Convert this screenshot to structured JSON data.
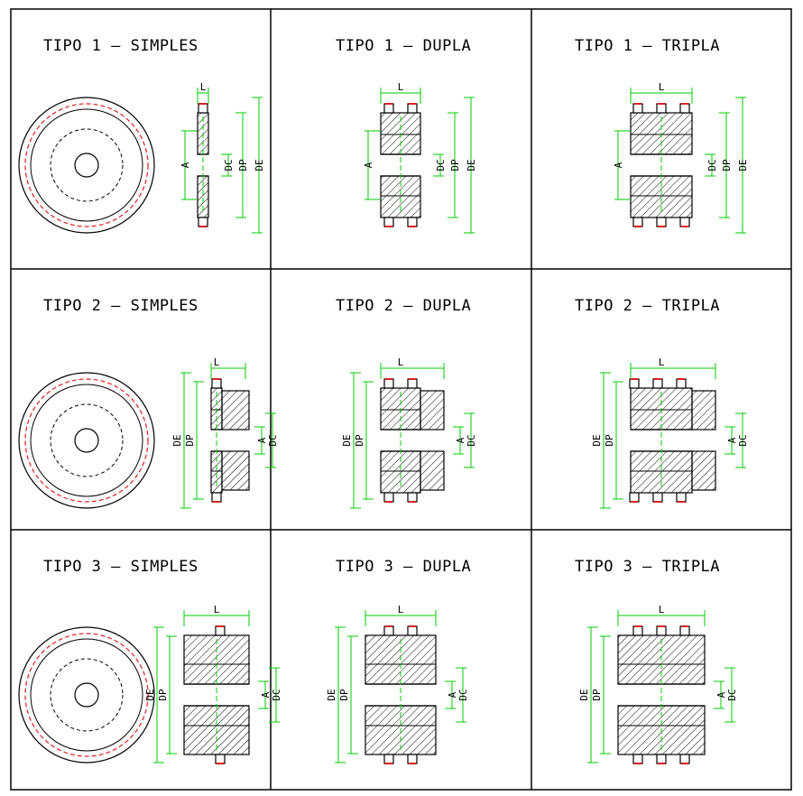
{
  "cells": [
    {
      "title": "TIPO 1 – SIMPLES",
      "tipo": 1,
      "strands": 1,
      "with_disc": true
    },
    {
      "title": "TIPO 1 – DUPLA",
      "tipo": 1,
      "strands": 2,
      "with_disc": false
    },
    {
      "title": "TIPO 1 – TRIPLA",
      "tipo": 1,
      "strands": 3,
      "with_disc": false
    },
    {
      "title": "TIPO 2 – SIMPLES",
      "tipo": 2,
      "strands": 1,
      "with_disc": true
    },
    {
      "title": "TIPO 2 – DUPLA",
      "tipo": 2,
      "strands": 2,
      "with_disc": false
    },
    {
      "title": "TIPO 2 – TRIPLA",
      "tipo": 2,
      "strands": 3,
      "with_disc": false
    },
    {
      "title": "TIPO 3 – SIMPLES",
      "tipo": 3,
      "strands": 1,
      "with_disc": true
    },
    {
      "title": "TIPO 3 – DUPLA",
      "tipo": 3,
      "strands": 2,
      "with_disc": false
    },
    {
      "title": "TIPO 3 – TRIPLA",
      "tipo": 3,
      "strands": 3,
      "with_disc": false
    }
  ],
  "dimension_labels": {
    "width": "L",
    "bore": "A",
    "hub": "DC",
    "primitive": "DP",
    "outer": "DE"
  },
  "colors": {
    "outline": "#000000",
    "dimension": "#00cc00",
    "tooth_tip": "#e02020",
    "pitch_circle": "#e02020",
    "background": "#ffffff"
  }
}
